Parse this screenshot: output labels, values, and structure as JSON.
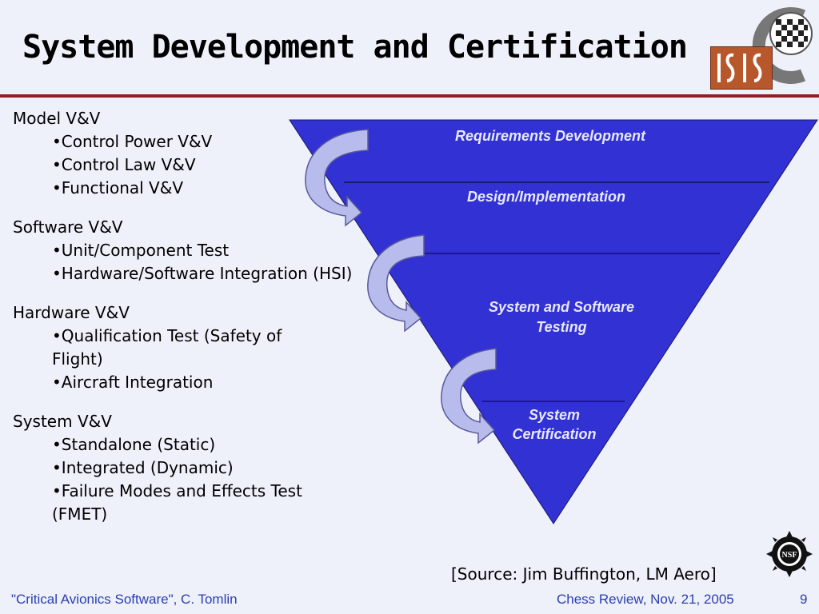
{
  "title": "System Development and Certification",
  "logo_isis": "ISIS",
  "sections": [
    {
      "heading": "Model V&V",
      "items": [
        "•Control Power V&V",
        "•Control Law V&V",
        "•Functional V&V"
      ]
    },
    {
      "heading": "Software V&V",
      "items": [
        "•Unit/Component Test",
        "•Hardware/Software Integration (HSI)"
      ]
    },
    {
      "heading": "Hardware V&V",
      "items": [
        "•Qualification Test (Safety of Flight)",
        "•Aircraft Integration"
      ]
    },
    {
      "heading": "System V&V",
      "items": [
        "•Standalone (Static)",
        "•Integrated (Dynamic)",
        "•Failure Modes and Effects Test (FMET)"
      ]
    }
  ],
  "triangle": {
    "fill": "#3131d4",
    "labels": {
      "req": "Requirements Development",
      "design": "Design/Implementation",
      "testing": "System and Software Testing",
      "cert": "System Certification"
    }
  },
  "source": "[Source:  Jim Buffington, LM Aero]",
  "nsf_label": "NSF",
  "footer": {
    "left": "\"Critical Avionics Software\", C. Tomlin",
    "center": "Chess Review, Nov. 21, 2005",
    "page": "9"
  }
}
